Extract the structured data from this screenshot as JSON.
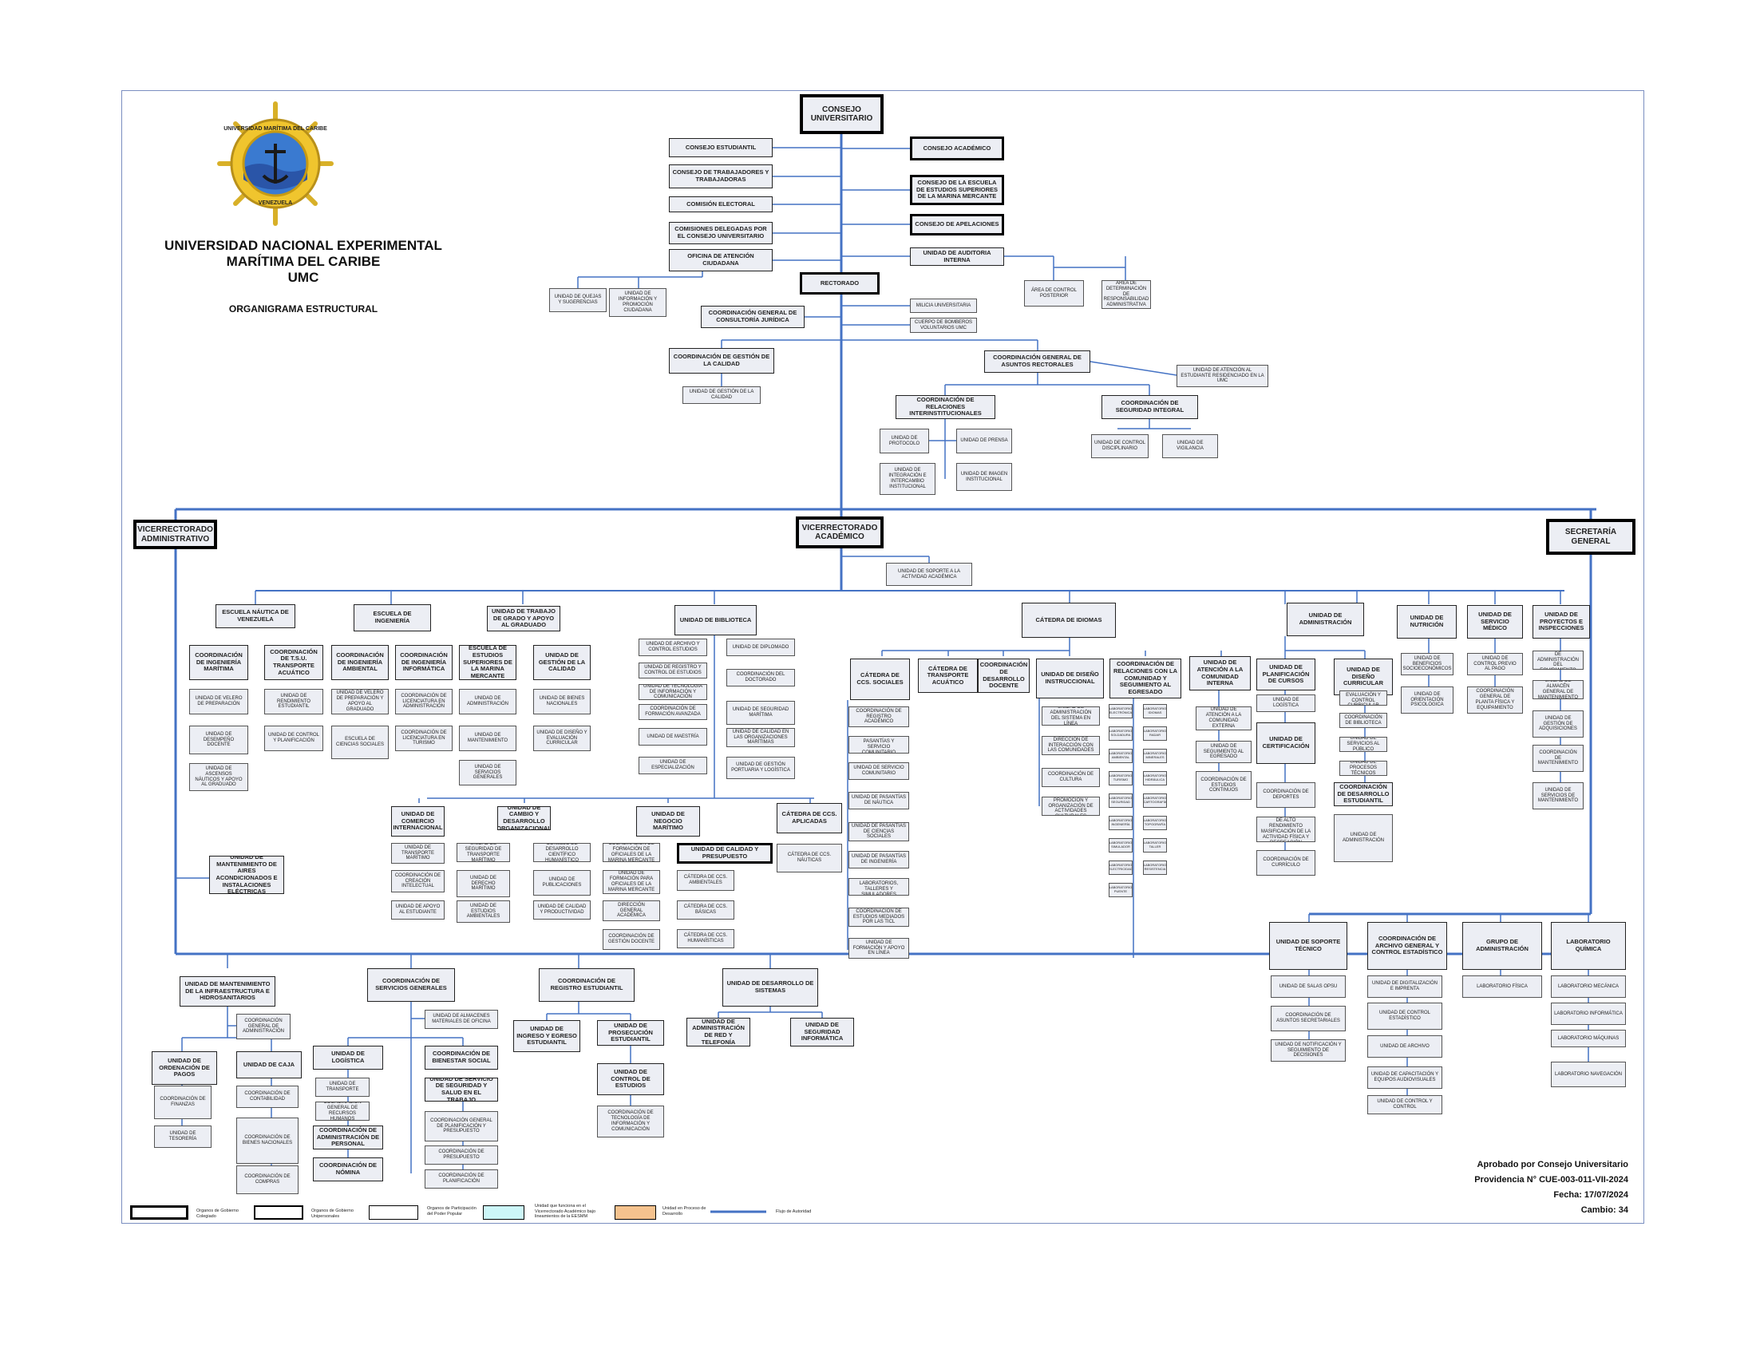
{
  "header": {
    "university": [
      "UNIVERSIDAD NACIONAL EXPERIMENTAL",
      "MARÍTIMA DEL CARIBE",
      "UMC"
    ],
    "subtitle": "ORGANIGRAMA ESTRUCTURAL",
    "logo_ring_text": "UNIVERSIDAD MARÍTIMA DEL CARIBE",
    "logo_bottom_text": "VENEZUELA"
  },
  "approval": {
    "line1": "Aprobado por Consejo Universitario",
    "line2": "Providencia N° CUE-003-011-VII-2024",
    "line3": "Fecha: 17/07/2024",
    "line4": "Cambio: 34"
  },
  "legend": {
    "item1": "Organos de Gobierno Colegiado",
    "item2": "Organos de Gobierno Unipersonales",
    "item3": "Organos de Participación del Poder Popular",
    "item4": "Unidad que funciona en el Vicerrectorado Académico bajo lineamientos de la EESMM",
    "item5": "Unidad en Proceso de Desarrollo",
    "item6": "Flujo de Autoridad"
  },
  "colors": {
    "line": "#4472c4",
    "box_fill": "#eceef4",
    "legend_cyan": "#ccf6f8",
    "legend_orange": "#f5c28e"
  },
  "nodes": [
    "CONSEJO UNIVERSITARIO",
    "CONSEJO ESTUDIANTIL",
    "CONSEJO DE TRABAJADORES Y TRABAJADORAS",
    "COMISIÓN ELECTORAL",
    "COMISIONES DELEGADAS POR EL CONSEJO UNIVERSITARIO",
    "OFICINA DE ATENCIÓN CIUDADANA",
    "UNIDAD DE QUEJAS Y SUGERENCIAS",
    "UNIDAD DE INFORMACIÓN Y PROMOCIÓN CIUDADANA",
    "CONSEJO ACADÉMICO",
    "CONSEJO DE LA ESCUELA DE ESTUDIOS SUPERIORES DE LA MARINA MERCANTE",
    "CONSEJO DE APELACIONES",
    "UNIDAD DE AUDITORIA INTERNA",
    "ÁREA DE CONTROL POSTERIOR",
    "ÁREA DE DETERMINACIÓN DE RESPONSABILIDAD ADMINISTRATIVA",
    "RECTORADO",
    "COORDINACIÓN GENERAL DE CONSULTORÍA JURÍDICA",
    "MILICIA UNIVERSITARIA",
    "CUERPO DE BOMBEROS VOLUNTARIOS UMC",
    "COORDINACIÓN DE GESTIÓN DE LA CALIDAD",
    "UNIDAD DE GESTIÓN DE LA CALIDAD",
    "COORDINACIÓN GENERAL DE ASUNTOS RECTORALES",
    "UNIDAD DE ATENCIÓN AL ESTUDIANTE RESIDENCIADO EN LA UMC",
    "COORDINACIÓN DE RELACIONES INTERINSTITUCIONALES",
    "UNIDAD DE PROTOCOLO",
    "UNIDAD DE PRENSA",
    "UNIDAD DE INTEGRACIÓN E INTERCAMBIO INSTITUCIONAL",
    "UNIDAD DE IMAGEN INSTITUCIONAL",
    "COORDINACIÓN DE SEGURIDAD INTEGRAL",
    "UNIDAD DE CONTROL DISCIPLINARIO",
    "UNIDAD DE VIGILANCIA",
    "VICERRECTORADO ADMINISTRATIVO",
    "VICERRECTORADO ACADÉMICO",
    "SECRETARÍA GENERAL",
    "UNIDAD DE SOPORTE A LA ACTIVIDAD ACADÉMICA",
    "ESCUELA NÁUTICA DE VENEZUELA",
    "COORDINACIÓN DE INGENIERÍA MARÍTIMA",
    "COORDINACIÓN DE T.S.U. TRANSPORTE ACUÁTICO",
    "UNIDAD DE VELERO DE PREPARACIÓN",
    "UNIDAD DE DESEMPEÑO DOCENTE",
    "UNIDAD DE ASCENSOS NÁUTICOS Y APOYO AL GRADUADO",
    "UNIDAD DE RENDIMIENTO ESTUDIANTIL",
    "UNIDAD DE CONTROL Y PLANIFICACIÓN",
    "ESCUELA DE INGENIERÍA",
    "COORDINACIÓN DE INGENIERÍA AMBIENTAL",
    "COORDINACIÓN DE INGENIERÍA INFORMÁTICA",
    "UNIDAD DE VELERO DE PREPARACIÓN Y APOYO AL GRADUADO",
    "ESCUELA DE CIENCIAS SOCIALES",
    "COORDINACIÓN DE LICENCIATURA EN ADMINISTRACIÓN",
    "COORDINACIÓN DE LICENCIATURA EN TURISMO",
    "UNIDAD DE TRABAJO DE GRADO Y APOYO AL GRADUADO",
    "ESCUELA DE ESTUDIOS SUPERIORES DE LA MARINA MERCANTE",
    "UNIDAD DE GESTIÓN DE LA CALIDAD",
    "UNIDAD DE ADMINISTRACIÓN",
    "UNIDAD DE MANTENIMIENTO",
    "UNIDAD DE SERVICIOS GENERALES",
    "UNIDAD DE BIENES NACIONALES",
    "UNIDAD DE DISEÑO Y EVALUACIÓN CURRICULAR",
    "UNIDAD DE BIBLIOTECA",
    "UNIDAD DE ARCHIVO Y CONTROL ESTUDIOS",
    "UNIDAD DE REGISTRO Y CONTROL DE ESTUDIOS",
    "UNIDAD DE TECNOLOGÍA DE INFORMACIÓN Y COMUNICACIÓN",
    "COORDINACIÓN DE FORMACIÓN AVANZADA",
    "UNIDAD DE MAESTRÍA",
    "UNIDAD DE ESPECIALIZACIÓN",
    "UNIDAD DE DIPLOMADO",
    "COORDINACIÓN DEL DOCTORADO",
    "UNIDAD DE SEGURIDAD MARÍTIMA",
    "UNIDAD DE CALIDAD EN LAS ORGANIZACIONES MARÍTIMAS",
    "UNIDAD DE GESTIÓN PORTUARIA Y LOGÍSTICA",
    "UNIDAD DE COMERCIO INTERNACIONAL",
    "UNIDAD DE CAMBIO Y DESARROLLO ORGANIZACIONAL",
    "UNIDAD DE TRANSPORTE MARÍTIMO",
    "COORDINACIÓN DE CREACIÓN INTELECTUAL",
    "UNIDAD DE APOYO AL ESTUDIANTE",
    "UNIDAD DE SEGURIDAD DE TRANSPORTE MARÍTIMO",
    "UNIDAD DE DERECHO MARÍTIMO",
    "UNIDAD DE ESTUDIOS AMBIENTALES",
    "CONSEJO DE DESARROLLO CIENTÍFICO HUMANÍSTICO",
    "UNIDAD DE PUBLICACIONES",
    "UNIDAD DE CALIDAD Y PRODUCTIVIDAD",
    "UNIDAD DE NEGOCIO MARÍTIMO",
    "COORDINACIÓN DE FORMACIÓN DE OFICIALES DE LA MARINA MERCANTE",
    "UNIDAD DE FORMACIÓN PARA OFICIALES DE LA MARINA MERCANTE",
    "DIRECCIÓN GENERAL ACADÉMICA",
    "COORDINACIÓN DE GESTIÓN DOCENTE",
    "UNIDAD DE CALIDAD Y PRESUPUESTO",
    "CÁTEDRA DE CCS. AMBIENTALES",
    "CÁTEDRA DE CCS. BÁSICAS",
    "CÁTEDRA DE CCS. HUMANÍSTICAS",
    "CÁTEDRA DE CCS. APLICADAS",
    "CÁTEDRA DE CCS. NÁUTICAS",
    "CÁTEDRA DE IDIOMAS",
    "CÁTEDRA DE CCS. SOCIALES",
    "CÁTEDRA DE TRANSPORTE ACUÁTICO",
    "COORDINACIÓN DE DESARROLLO DOCENTE",
    "COORDINACIÓN DE REGISTRO ACADÉMICO",
    "COORDINACIÓN DE PASANTÍAS Y SERVICIO COMUNITARIO",
    "UNIDAD DE SERVICIO COMUNITARIO",
    "UNIDAD DE PASANTÍAS DE NÁUTICA",
    "UNIDAD DE PASANTÍAS DE CIENCIAS SOCIALES",
    "UNIDAD DE PASANTÍAS DE INGENIERÍA",
    "COORDINACIÓN DE LABORATORIOS, TALLERES Y SIMULADORES",
    "COORDINACIÓN DE ESTUDIOS MEDIADOS POR LAS TICL",
    "UNIDAD DE FORMACIÓN Y APOYO EN LÍNEA",
    "UNIDAD DE DISEÑO INSTRUCCIONAL",
    "UNIDAD DE ADMINISTRACIÓN DEL SISTEMA EN LÍNEA",
    "DIRECCIÓN DE INTERACCIÓN CON LAS COMUNIDADES",
    "COORDINACIÓN DE CULTURA",
    "UNIDAD DE PROMOCIÓN Y ORGANIZACIÓN DE ACTIVIDADES CULTURALES",
    "COORDINACIÓN DE RELACIONES CON LA COMUNIDAD Y SEGUIMIENTO AL EGRESADO",
    "UNIDAD DE ATENCIÓN A LA COMUNIDAD INTERNA",
    "UNIDAD DE ATENCIÓN A LA COMUNIDAD EXTERNA",
    "UNIDAD DE SEGUIMIENTO AL EGRESADO",
    "COORDINACIÓN DE ESTUDIOS CONTINUOS",
    "UNIDAD DE ADMINISTRACIÓN",
    "UNIDAD DE PLANIFICACIÓN DE CURSOS",
    "UNIDAD DE LOGÍSTICA",
    "UNIDAD DE CERTIFICACIÓN",
    "COORDINACIÓN DE DEPORTES",
    "UNIDAD DE DEPORTE DE ALTO RENDIMIENTO MASIFICACIÓN DE LA ACTIVIDAD FÍSICA Y RECREACIÓN",
    "COORDINACIÓN DE CURRÍCULO",
    "UNIDAD DE DISEÑO CURRICULAR",
    "UNIDAD DE EVALUACIÓN Y CONTROL CURRICULAR",
    "COORDINACIÓN DE BIBLIOTECA",
    "UNIDAD DE SERVICIOS AL PÚBLICO",
    "UNIDAD DE PROCESOS TÉCNICOS",
    "COORDINACIÓN DE DESARROLLO ESTUDIANTIL",
    "UNIDAD DE ADMINISTRACIÓN",
    "UNIDAD DE NUTRICIÓN",
    "UNIDAD DE BENEFICIOS SOCIOECONÓMICOS",
    "UNIDAD DE ORIENTACIÓN PSICOLÓGICA",
    "UNIDAD DE SERVICIO MÉDICO",
    "UNIDAD DE CONTROL PREVIO AL PAGO",
    "COORDINACIÓN GENERAL DE PLANTA FÍSICA Y EQUIPAMIENTO",
    "UNIDAD DE PROYECTOS E INSPECCIONES",
    "COORDINACIÓN DE ADMINISTRACIÓN DEL EQUIPAMIENTO",
    "UNIDAD DE ALMACÉN GENERAL DE MANTENIMIENTO",
    "UNIDAD DE GESTIÓN DE ADQUISICIONES",
    "COORDINACIÓN DE MANTENIMIENTO",
    "UNIDAD DE SERVICIOS DE MANTENIMIENTO",
    "UNIDAD DE MANTENIMIENTO DE AIRES ACONDICIONADOS E INSTALACIONES ELÉCTRICAS",
    "UNIDAD DE MANTENIMIENTO DE LA INFRAESTRUCTURA E HIDROSANITARIOS",
    "COORDINACIÓN GENERAL DE ADMINISTRACIÓN",
    "UNIDAD DE ORDENACIÓN DE PAGOS",
    "COORDINACIÓN DE FINANZAS",
    "UNIDAD DE TESORERÍA",
    "UNIDAD DE CAJA",
    "COORDINACIÓN DE CONTABILIDAD",
    "COORDINACIÓN DE BIENES NACIONALES",
    "COORDINACIÓN DE COMPRAS",
    "COORDINACIÓN DE SERVICIOS GENERALES",
    "UNIDAD DE ALMACENES MATERIALES DE OFICINA",
    "UNIDAD DE LOGÍSTICA",
    "UNIDAD DE TRANSPORTE",
    "COORDINACIÓN GENERAL DE RECURSOS HUMANOS",
    "COORDINACIÓN DE ADMINISTRACIÓN DE PERSONAL",
    "COORDINACIÓN DE NÓMINA",
    "COORDINACIÓN DE BIENESTAR SOCIAL",
    "UNIDAD DE SERVICIO DE SEGURIDAD Y SALUD EN EL TRABAJO",
    "COORDINACIÓN GENERAL DE PLANIFICACIÓN Y PRESUPUESTO",
    "COORDINACIÓN DE PRESUPUESTO",
    "COORDINACIÓN DE PLANIFICACIÓN",
    "COORDINACIÓN DE REGISTRO ESTUDIANTIL",
    "UNIDAD DE INGRESO Y EGRESO ESTUDIANTIL",
    "UNIDAD DE PROSECUCIÓN ESTUDIANTIL",
    "UNIDAD DE CONTROL DE ESTUDIOS",
    "COORDINACIÓN DE TECNOLOGÍA DE INFORMACIÓN Y COMUNICACIÓN",
    "UNIDAD DE DESARROLLO DE SISTEMAS",
    "UNIDAD DE ADMINISTRACIÓN DE RED Y TELEFONÍA",
    "UNIDAD DE SEGURIDAD INFORMÁTICA",
    "UNIDAD DE SOPORTE TÉCNICO",
    "UNIDAD DE SALAS OPSU",
    "COORDINACIÓN DE ASUNTOS SECRETARIALES",
    "UNIDAD DE NOTIFICACIÓN Y SEGUIMIENTO DE DECISIONES",
    "COORDINACIÓN DE ARCHIVO GENERAL Y CONTROL ESTADÍSTICO",
    "UNIDAD DE DIGITALIZACIÓN E IMPRENTA",
    "UNIDAD DE CONTROL ESTADÍSTICO",
    "UNIDAD DE ARCHIVO",
    "UNIDAD DE CAPACITACIÓN Y EQUIPOS AUDIOVISUALES",
    "UNIDAD DE CONTROL Y CONTROL",
    "GRUPO DE ADMINISTRACIÓN",
    "LABORATORIO FÍSICA",
    "LABORATORIO QUÍMICA",
    "LABORATORIO MECÁNICA",
    "LABORATORIO INFORMÁTICA",
    "LABORATORIO MÁQUINAS",
    "LABORATORIO NAVEGACIÓN",
    "LABORATORIO ELECTRÓNICA",
    "LABORATORIO IDIOMAS",
    "LABORATORIO SOLDADURA",
    "LABORATORIO RADAR",
    "LABORATORIO AMBIENTAL",
    "LABORATORIO MINERALES",
    "LABORATORIO TURISMO",
    "LABORATORIO HIDRÁULICA",
    "LABORATORIO SEGURIDAD",
    "LABORATORIO CARTOGRAFÍA",
    "LABORATORIO INGENIERÍA",
    "LABORATORIO TOPOGRAFÍA",
    "LABORATORIO SIMULADOR",
    "LABORATORIO TALLER",
    "LABORATORIO ELECTRICIDAD",
    "LABORATORIO RESISTENCIA",
    "LABORATORIO PUENTE"
  ]
}
